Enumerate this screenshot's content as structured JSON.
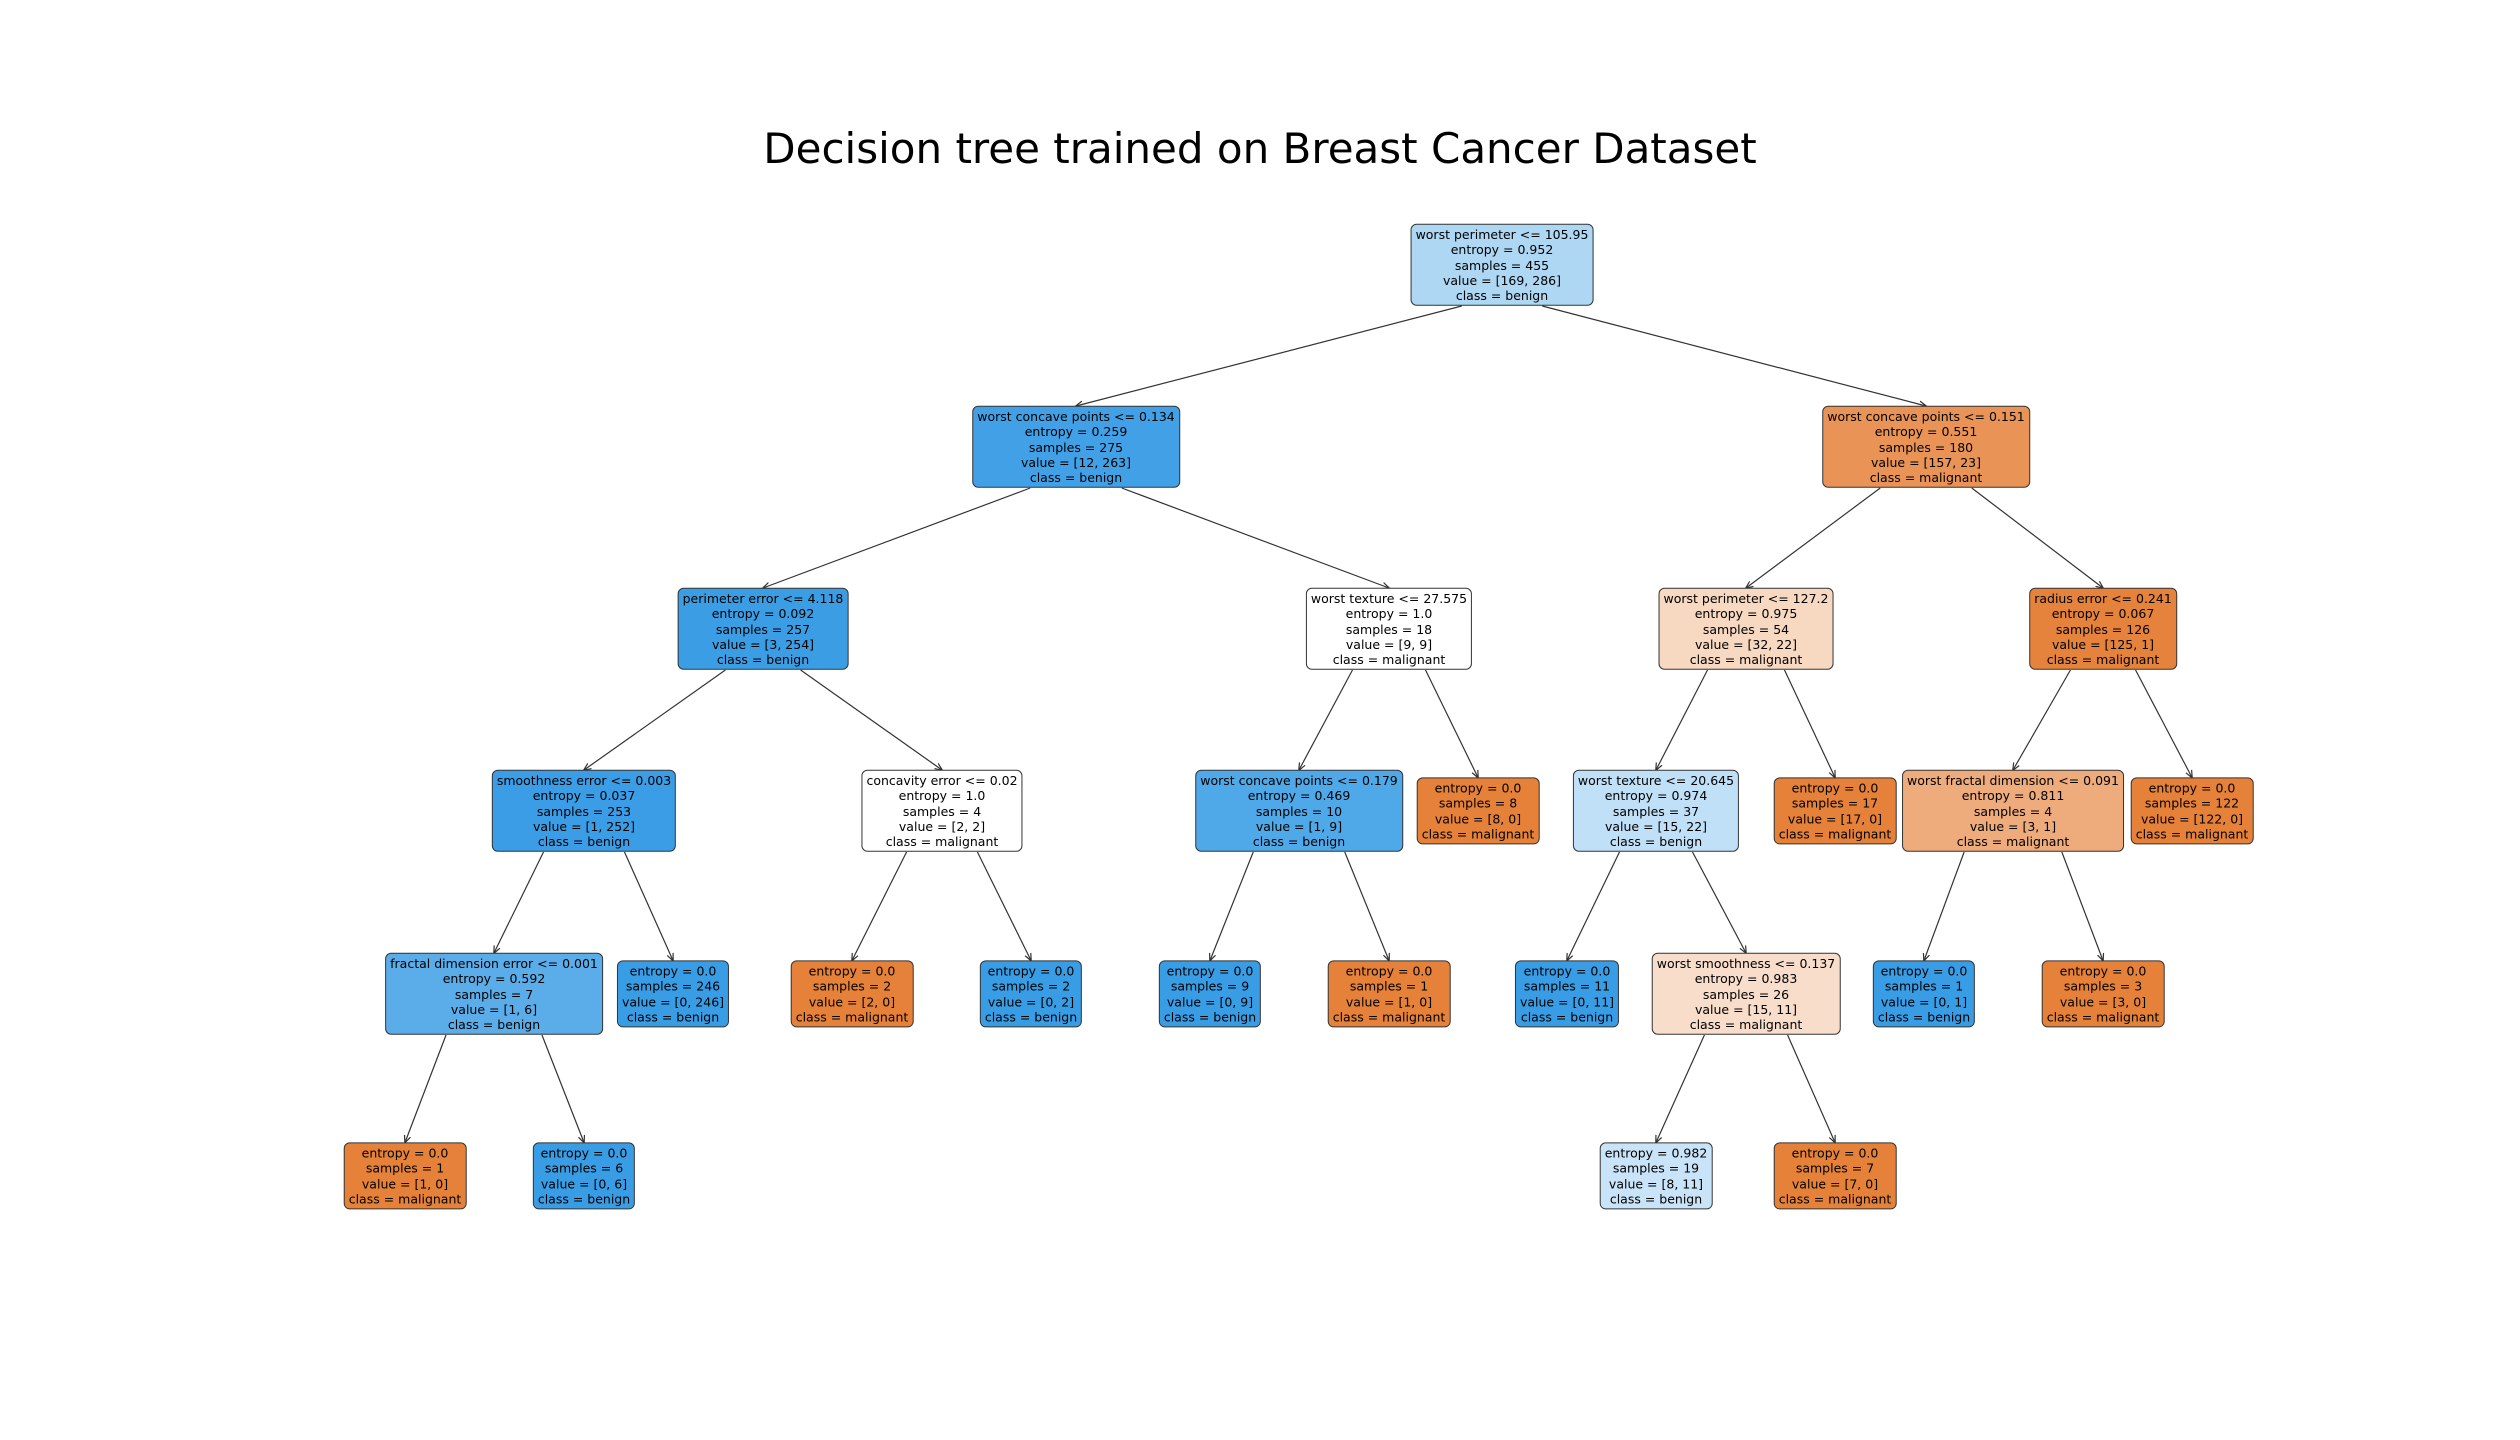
{
  "title": "Decision tree trained on Breast Cancer Dataset",
  "colors": {
    "malignant": "#e58139",
    "benign": "#399de5",
    "edge": "#333333",
    "border": "#333333"
  },
  "nodes": [
    {
      "id": "n0",
      "parent": null,
      "split": "worst perimeter <= 105.95",
      "entropy": "entropy = 0.952",
      "samples": "samples = 455",
      "value": "value = [169, 286]",
      "class": "class = benign",
      "counts": [
        169,
        286
      ]
    },
    {
      "id": "n1",
      "parent": "n0",
      "split": "worst concave points <= 0.134",
      "entropy": "entropy = 0.259",
      "samples": "samples = 275",
      "value": "value = [12, 263]",
      "class": "class = benign",
      "counts": [
        12,
        263
      ]
    },
    {
      "id": "n2",
      "parent": "n0",
      "split": "worst concave points <= 0.151",
      "entropy": "entropy = 0.551",
      "samples": "samples = 180",
      "value": "value = [157, 23]",
      "class": "class = malignant",
      "counts": [
        157,
        23
      ]
    },
    {
      "id": "n3",
      "parent": "n1",
      "split": "perimeter error <= 4.118",
      "entropy": "entropy = 0.092",
      "samples": "samples = 257",
      "value": "value = [3, 254]",
      "class": "class = benign",
      "counts": [
        3,
        254
      ]
    },
    {
      "id": "n4",
      "parent": "n1",
      "split": "worst texture <= 27.575",
      "entropy": "entropy = 1.0",
      "samples": "samples = 18",
      "value": "value = [9, 9]",
      "class": "class = malignant",
      "counts": [
        9,
        9
      ]
    },
    {
      "id": "n5",
      "parent": "n2",
      "split": "worst perimeter <= 127.2",
      "entropy": "entropy = 0.975",
      "samples": "samples = 54",
      "value": "value = [32, 22]",
      "class": "class = malignant",
      "counts": [
        32,
        22
      ]
    },
    {
      "id": "n6",
      "parent": "n2",
      "split": "radius error <= 0.241",
      "entropy": "entropy = 0.067",
      "samples": "samples = 126",
      "value": "value = [125, 1]",
      "class": "class = malignant",
      "counts": [
        125,
        1
      ]
    },
    {
      "id": "n7",
      "parent": "n3",
      "split": "smoothness error <= 0.003",
      "entropy": "entropy = 0.037",
      "samples": "samples = 253",
      "value": "value = [1, 252]",
      "class": "class = benign",
      "counts": [
        1,
        252
      ]
    },
    {
      "id": "n8",
      "parent": "n3",
      "split": "concavity error <= 0.02",
      "entropy": "entropy = 1.0",
      "samples": "samples = 4",
      "value": "value = [2, 2]",
      "class": "class = malignant",
      "counts": [
        2,
        2
      ]
    },
    {
      "id": "n9",
      "parent": "n4",
      "split": "worst concave points <= 0.179",
      "entropy": "entropy = 0.469",
      "samples": "samples = 10",
      "value": "value = [1, 9]",
      "class": "class = benign",
      "counts": [
        1,
        9
      ]
    },
    {
      "id": "n10",
      "parent": "n4",
      "split": "",
      "entropy": "entropy = 0.0",
      "samples": "samples = 8",
      "value": "value = [8, 0]",
      "class": "class = malignant",
      "counts": [
        8,
        0
      ]
    },
    {
      "id": "n11",
      "parent": "n5",
      "split": "worst texture <= 20.645",
      "entropy": "entropy = 0.974",
      "samples": "samples = 37",
      "value": "value = [15, 22]",
      "class": "class = benign",
      "counts": [
        15,
        22
      ]
    },
    {
      "id": "n12",
      "parent": "n5",
      "split": "",
      "entropy": "entropy = 0.0",
      "samples": "samples = 17",
      "value": "value = [17, 0]",
      "class": "class = malignant",
      "counts": [
        17,
        0
      ]
    },
    {
      "id": "n13",
      "parent": "n6",
      "split": "worst fractal dimension <= 0.091",
      "entropy": "entropy = 0.811",
      "samples": "samples = 4",
      "value": "value = [3, 1]",
      "class": "class = malignant",
      "counts": [
        3,
        1
      ]
    },
    {
      "id": "n14",
      "parent": "n6",
      "split": "",
      "entropy": "entropy = 0.0",
      "samples": "samples = 122",
      "value": "value = [122, 0]",
      "class": "class = malignant",
      "counts": [
        122,
        0
      ]
    },
    {
      "id": "n15",
      "parent": "n7",
      "split": "fractal dimension error <= 0.001",
      "entropy": "entropy = 0.592",
      "samples": "samples = 7",
      "value": "value = [1, 6]",
      "class": "class = benign",
      "counts": [
        1,
        6
      ]
    },
    {
      "id": "n16",
      "parent": "n7",
      "split": "",
      "entropy": "entropy = 0.0",
      "samples": "samples = 246",
      "value": "value = [0, 246]",
      "class": "class = benign",
      "counts": [
        0,
        246
      ]
    },
    {
      "id": "n17",
      "parent": "n8",
      "split": "",
      "entropy": "entropy = 0.0",
      "samples": "samples = 2",
      "value": "value = [2, 0]",
      "class": "class = malignant",
      "counts": [
        2,
        0
      ]
    },
    {
      "id": "n18",
      "parent": "n8",
      "split": "",
      "entropy": "entropy = 0.0",
      "samples": "samples = 2",
      "value": "value = [0, 2]",
      "class": "class = benign",
      "counts": [
        0,
        2
      ]
    },
    {
      "id": "n19",
      "parent": "n9",
      "split": "",
      "entropy": "entropy = 0.0",
      "samples": "samples = 9",
      "value": "value = [0, 9]",
      "class": "class = benign",
      "counts": [
        0,
        9
      ]
    },
    {
      "id": "n20",
      "parent": "n9",
      "split": "",
      "entropy": "entropy = 0.0",
      "samples": "samples = 1",
      "value": "value = [1, 0]",
      "class": "class = malignant",
      "counts": [
        1,
        0
      ]
    },
    {
      "id": "n21",
      "parent": "n11",
      "split": "",
      "entropy": "entropy = 0.0",
      "samples": "samples = 11",
      "value": "value = [0, 11]",
      "class": "class = benign",
      "counts": [
        0,
        11
      ]
    },
    {
      "id": "n22",
      "parent": "n11",
      "split": "worst smoothness <= 0.137",
      "entropy": "entropy = 0.983",
      "samples": "samples = 26",
      "value": "value = [15, 11]",
      "class": "class = malignant",
      "counts": [
        15,
        11
      ]
    },
    {
      "id": "n23",
      "parent": "n13",
      "split": "",
      "entropy": "entropy = 0.0",
      "samples": "samples = 1",
      "value": "value = [0, 1]",
      "class": "class = benign",
      "counts": [
        0,
        1
      ]
    },
    {
      "id": "n24",
      "parent": "n13",
      "split": "",
      "entropy": "entropy = 0.0",
      "samples": "samples = 3",
      "value": "value = [3, 0]",
      "class": "class = malignant",
      "counts": [
        3,
        0
      ]
    },
    {
      "id": "n25",
      "parent": "n15",
      "split": "",
      "entropy": "entropy = 0.0",
      "samples": "samples = 1",
      "value": "value = [1, 0]",
      "class": "class = malignant",
      "counts": [
        1,
        0
      ]
    },
    {
      "id": "n26",
      "parent": "n15",
      "split": "",
      "entropy": "entropy = 0.0",
      "samples": "samples = 6",
      "value": "value = [0, 6]",
      "class": "class = benign",
      "counts": [
        0,
        6
      ]
    },
    {
      "id": "n27",
      "parent": "n22",
      "split": "",
      "entropy": "entropy = 0.982",
      "samples": "samples = 19",
      "value": "value = [8, 11]",
      "class": "class = benign",
      "counts": [
        8,
        11
      ]
    },
    {
      "id": "n28",
      "parent": "n22",
      "split": "",
      "entropy": "entropy = 0.0",
      "samples": "samples = 7",
      "value": "value = [7, 0]",
      "class": "class = malignant",
      "counts": [
        7,
        0
      ]
    }
  ]
}
